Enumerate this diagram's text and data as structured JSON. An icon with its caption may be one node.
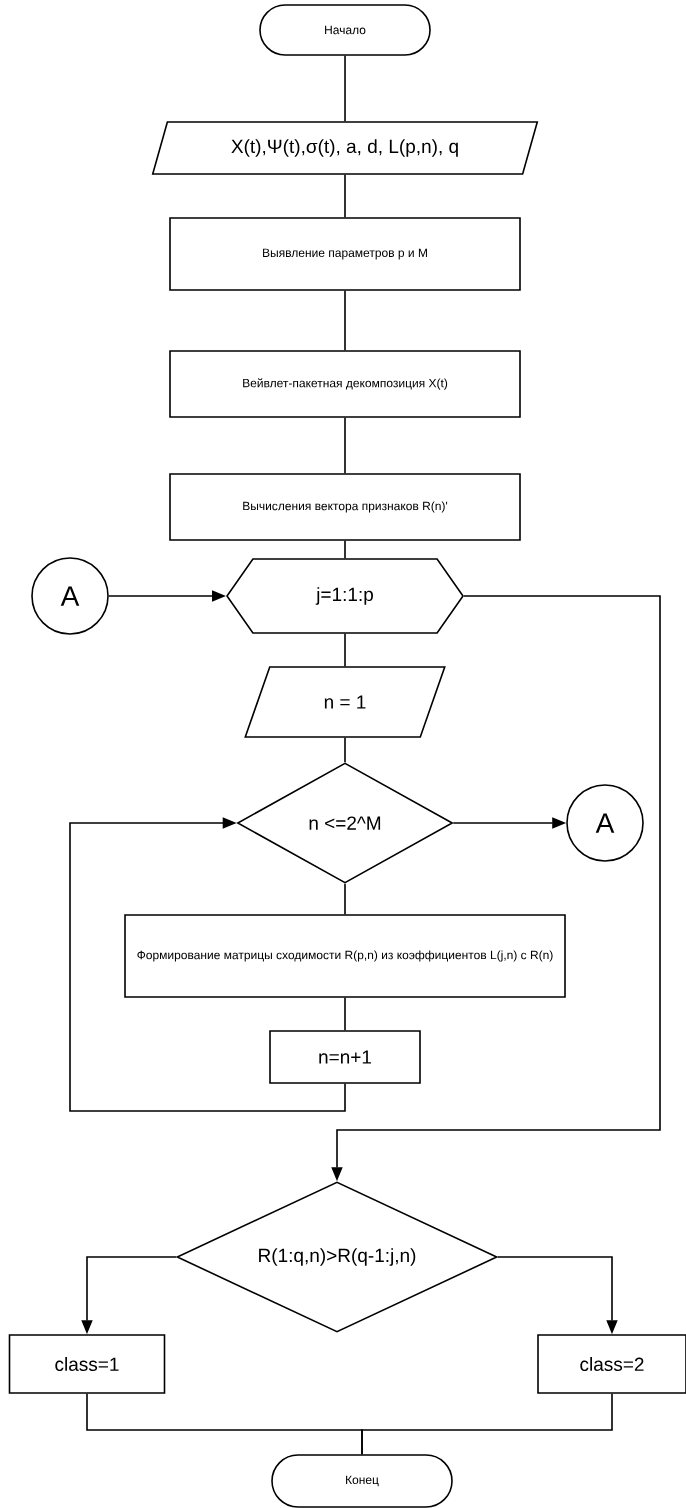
{
  "diagram": {
    "nodes": [
      {
        "text": [
          "Начало"
        ]
      },
      {
        "text": [
          "X(t),Ψ(t),σ(t), a, d, L(p,n), q"
        ]
      },
      {
        "text": [
          "Выявление параметров p и M"
        ]
      },
      {
        "text": [
          "Вейвлет-пакетная декомпозиция X(t)"
        ]
      },
      {
        "text": [
          "Вычисления вектора признаков R(n)'"
        ]
      },
      {
        "text": [
          "j=1:1:p"
        ]
      },
      {
        "text": [
          "A"
        ]
      },
      {
        "text": [
          "n = 1"
        ]
      },
      {
        "text": [
          "n <=2^M"
        ]
      },
      {
        "text": [
          "A"
        ]
      },
      {
        "text": [
          "Формирование матрицы сходимости R(p,n) из коэффициентов L(j,n) с R(n)"
        ]
      },
      {
        "text": [
          "n=n+1"
        ]
      },
      {
        "text": [
          "R(1:q,n)>R(q-1:j,n)"
        ]
      },
      {
        "text": [
          "class=1"
        ]
      },
      {
        "text": [
          "class=2"
        ]
      },
      {
        "text": [
          "Конец"
        ]
      }
    ],
    "edges": [
      {
        "from": 0,
        "to": 1,
        "arrow": "none"
      },
      {
        "from": 1,
        "to": 2,
        "arrow": "none"
      },
      {
        "from": 2,
        "to": 3,
        "arrow": "none"
      },
      {
        "from": 3,
        "to": 4,
        "arrow": "none"
      },
      {
        "from": 4,
        "to": 5,
        "arrow": "none"
      },
      {
        "from": 6,
        "to": 5,
        "arrow": "to"
      },
      {
        "from": 5,
        "to": 7,
        "arrow": "none"
      },
      {
        "from": 7,
        "to": 8,
        "arrow": "none"
      },
      {
        "from": 8,
        "to": 9,
        "arrow": "to"
      },
      {
        "from": 8,
        "to": 10,
        "arrow": "none"
      },
      {
        "from": 10,
        "to": 11,
        "arrow": "none"
      },
      {
        "from": 11,
        "to": 8,
        "arrow": "to"
      },
      {
        "from": 5,
        "to": 12,
        "arrow": "to"
      },
      {
        "from": 12,
        "to": 13,
        "arrow": "to"
      },
      {
        "from": 12,
        "to": 14,
        "arrow": "to"
      },
      {
        "from": 13,
        "to": 15,
        "arrow": "none"
      },
      {
        "from": 14,
        "to": 15,
        "arrow": "none"
      }
    ]
  }
}
